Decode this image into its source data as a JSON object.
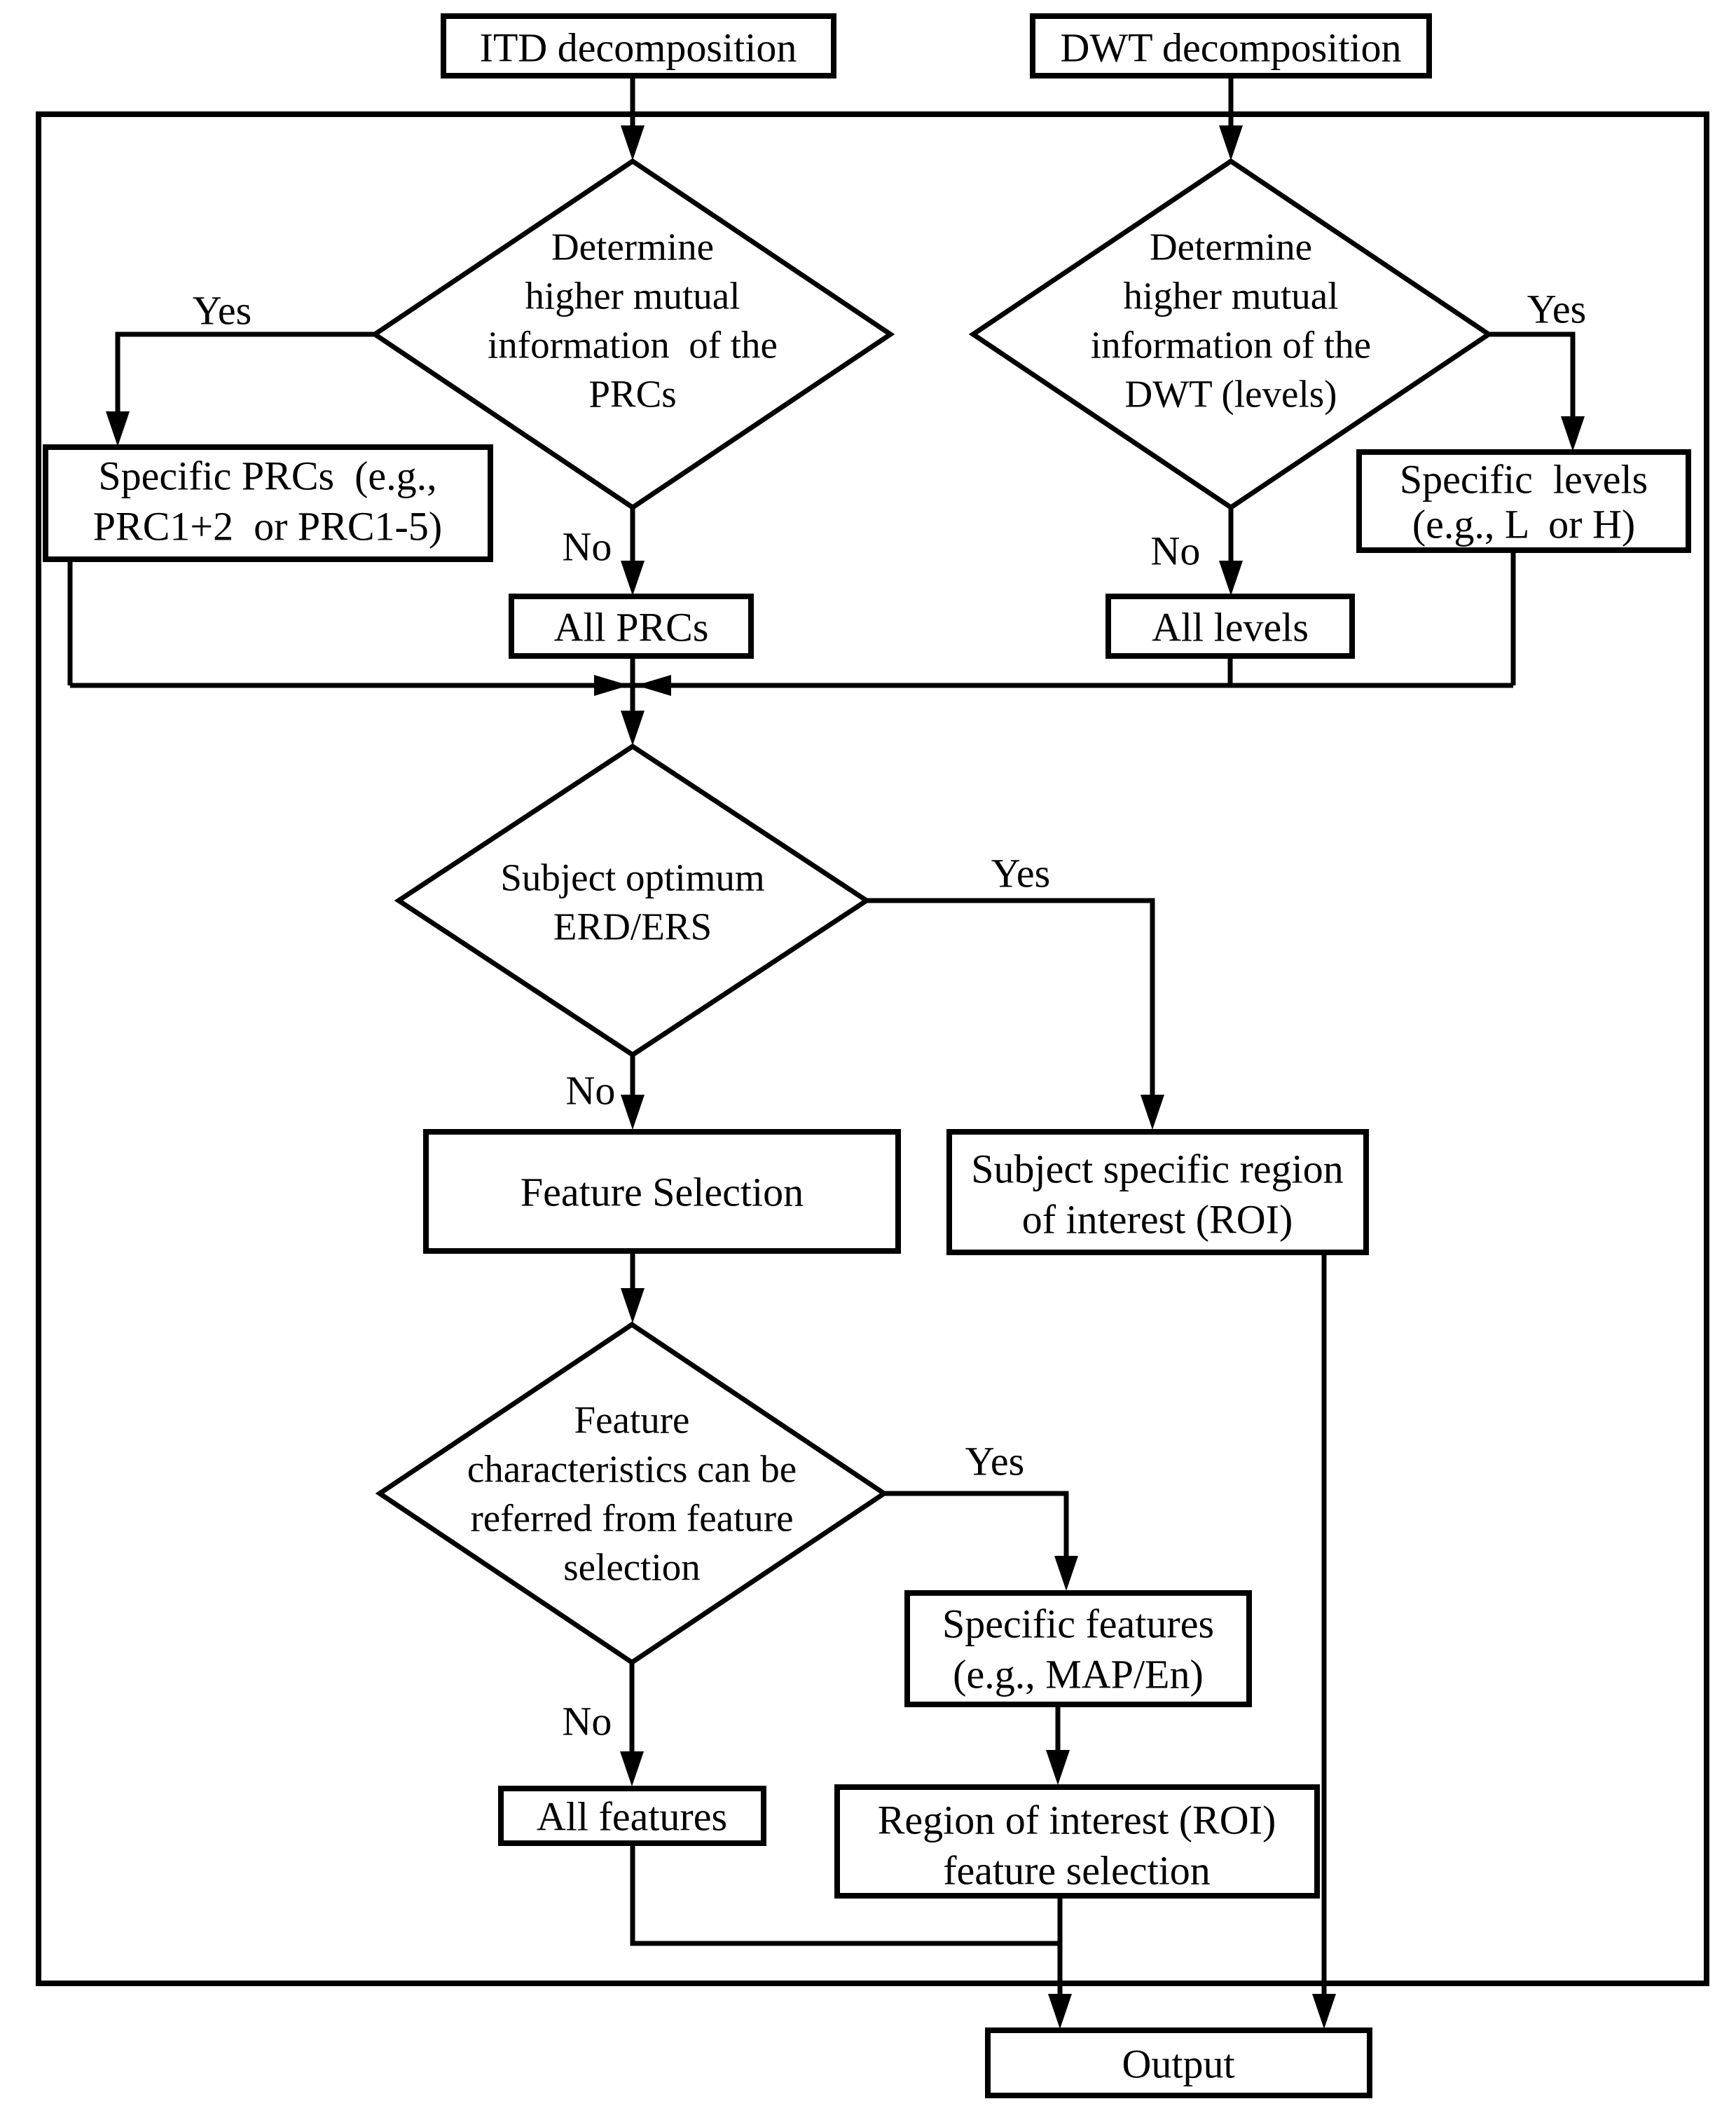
{
  "colors": {
    "line": "#000000",
    "background": "#ffffff"
  },
  "nodes": {
    "itd_box": {
      "label": "ITD decomposition"
    },
    "dwt_box": {
      "label": "DWT decomposition"
    },
    "itd_diamond": {
      "lines": [
        "Determine",
        "higher mutual",
        "information  of the",
        "PRCs"
      ]
    },
    "dwt_diamond": {
      "lines": [
        "Determine",
        "higher mutual",
        "information of the",
        "DWT (levels)"
      ]
    },
    "specific_prcs_box": {
      "lines": [
        "Specific PRCs  (e.g.,",
        "PRC1+2  or PRC1-5)"
      ]
    },
    "all_prcs_box": {
      "label": "All PRCs"
    },
    "specific_levels_box": {
      "lines": [
        "Specific  levels",
        "(e.g., L  or H)"
      ]
    },
    "all_levels_box": {
      "label": "All levels"
    },
    "erd_diamond": {
      "lines": [
        "Subject optimum",
        "ERD/ERS"
      ]
    },
    "feature_selection_box": {
      "label": "Feature Selection"
    },
    "subject_roi_box": {
      "lines": [
        "Subject specific region",
        "of interest (ROI)"
      ]
    },
    "feature_diamond": {
      "lines": [
        "Feature",
        "characteristics can be",
        "referred from feature",
        "selection"
      ]
    },
    "specific_features_box": {
      "lines": [
        "Specific features",
        "(e.g., MAP/En)"
      ]
    },
    "all_features_box": {
      "label": "All features"
    },
    "roi_feature_selection_box": {
      "lines": [
        "Region of interest (ROI)",
        "feature selection"
      ]
    },
    "output_box": {
      "label": "Output"
    }
  },
  "edge_labels": {
    "itd_yes": "Yes",
    "itd_no": "No",
    "dwt_yes": "Yes",
    "dwt_no": "No",
    "erd_yes": "Yes",
    "erd_no": "No",
    "feature_yes": "Yes",
    "feature_no": "No"
  }
}
